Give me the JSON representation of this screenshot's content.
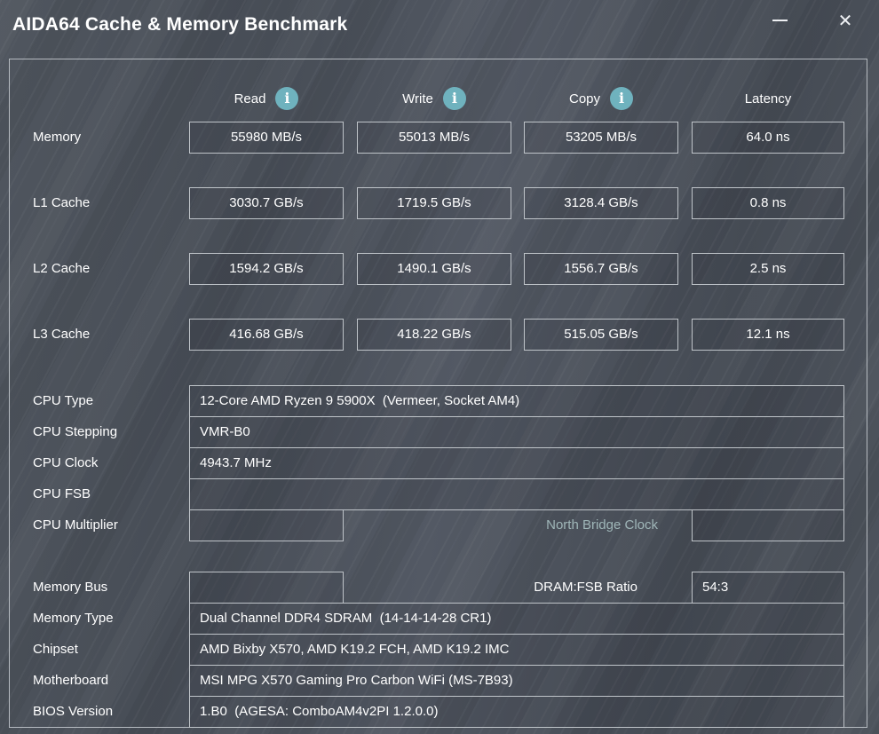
{
  "window": {
    "title": "AIDA64 Cache & Memory Benchmark"
  },
  "icons": {
    "minimize": "—",
    "close": "✕",
    "info": "i"
  },
  "colors": {
    "background": "#4b515a",
    "box_border": "#bfc4c9",
    "text": "#ffffff",
    "info_icon": "#6fb2be",
    "dimmed_label": "#9fb6b8"
  },
  "table": {
    "columns": [
      {
        "label": "Read",
        "info_icon": true
      },
      {
        "label": "Write",
        "info_icon": true
      },
      {
        "label": "Copy",
        "info_icon": true
      },
      {
        "label": "Latency",
        "info_icon": false
      }
    ],
    "rows": [
      {
        "label": "Memory",
        "read": "55980 MB/s",
        "write": "55013 MB/s",
        "copy": "53205 MB/s",
        "latency": "64.0 ns"
      },
      {
        "label": "L1 Cache",
        "read": "3030.7 GB/s",
        "write": "1719.5 GB/s",
        "copy": "3128.4 GB/s",
        "latency": "0.8 ns"
      },
      {
        "label": "L2 Cache",
        "read": "1594.2 GB/s",
        "write": "1490.1 GB/s",
        "copy": "1556.7 GB/s",
        "latency": "2.5 ns"
      },
      {
        "label": "L3 Cache",
        "read": "416.68 GB/s",
        "write": "418.22 GB/s",
        "copy": "515.05 GB/s",
        "latency": "12.1 ns"
      }
    ]
  },
  "system_info": {
    "cpu_type": {
      "label": "CPU Type",
      "value": "12-Core AMD Ryzen 9 5900X  (Vermeer, Socket AM4)"
    },
    "cpu_stepping": {
      "label": "CPU Stepping",
      "value": "VMR-B0"
    },
    "cpu_clock": {
      "label": "CPU Clock",
      "value": "4943.7 MHz"
    },
    "cpu_fsb": {
      "label": "CPU FSB",
      "value": ""
    },
    "cpu_multiplier": {
      "label": "CPU Multiplier",
      "value": ""
    },
    "north_bridge_clock": {
      "label": "North Bridge Clock",
      "value": ""
    },
    "memory_bus": {
      "label": "Memory Bus",
      "value": ""
    },
    "dram_fsb_ratio": {
      "label": "DRAM:FSB Ratio",
      "value": "54:3"
    },
    "memory_type": {
      "label": "Memory Type",
      "value": "Dual Channel DDR4 SDRAM  (14-14-14-28 CR1)"
    },
    "chipset": {
      "label": "Chipset",
      "value": "AMD Bixby X570, AMD K19.2 FCH, AMD K19.2 IMC"
    },
    "motherboard": {
      "label": "Motherboard",
      "value": "MSI MPG X570 Gaming Pro Carbon WiFi (MS-7B93)"
    },
    "bios_version": {
      "label": "BIOS Version",
      "value": "1.B0  (AGESA: ComboAM4v2PI 1.2.0.0)"
    }
  }
}
